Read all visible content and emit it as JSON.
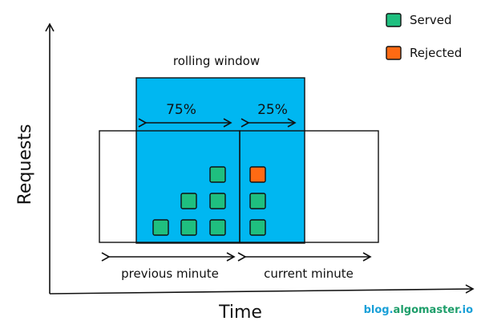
{
  "legend": {
    "served_label": "Served",
    "rejected_label": "Rejected",
    "served_color": "#1fbf7f",
    "rejected_color": "#ff6a13"
  },
  "window": {
    "title": "rolling window",
    "fill_color": "#00b7f1",
    "previous_share": "75%",
    "current_share": "25%"
  },
  "axes": {
    "y_label": "Requests",
    "x_label": "Time"
  },
  "periods": {
    "previous_label": "previous minute",
    "current_label": "current minute"
  },
  "requests": {
    "previous_minute": {
      "served_counts": [
        1,
        2,
        3
      ]
    },
    "current_minute": {
      "served": 2,
      "rejected": 1
    }
  },
  "brand": {
    "part1": "blog.",
    "part2": "algomaster",
    "part3": ".io",
    "color_primary": "#1aa0d8",
    "color_accent": "#1e9e6a"
  }
}
